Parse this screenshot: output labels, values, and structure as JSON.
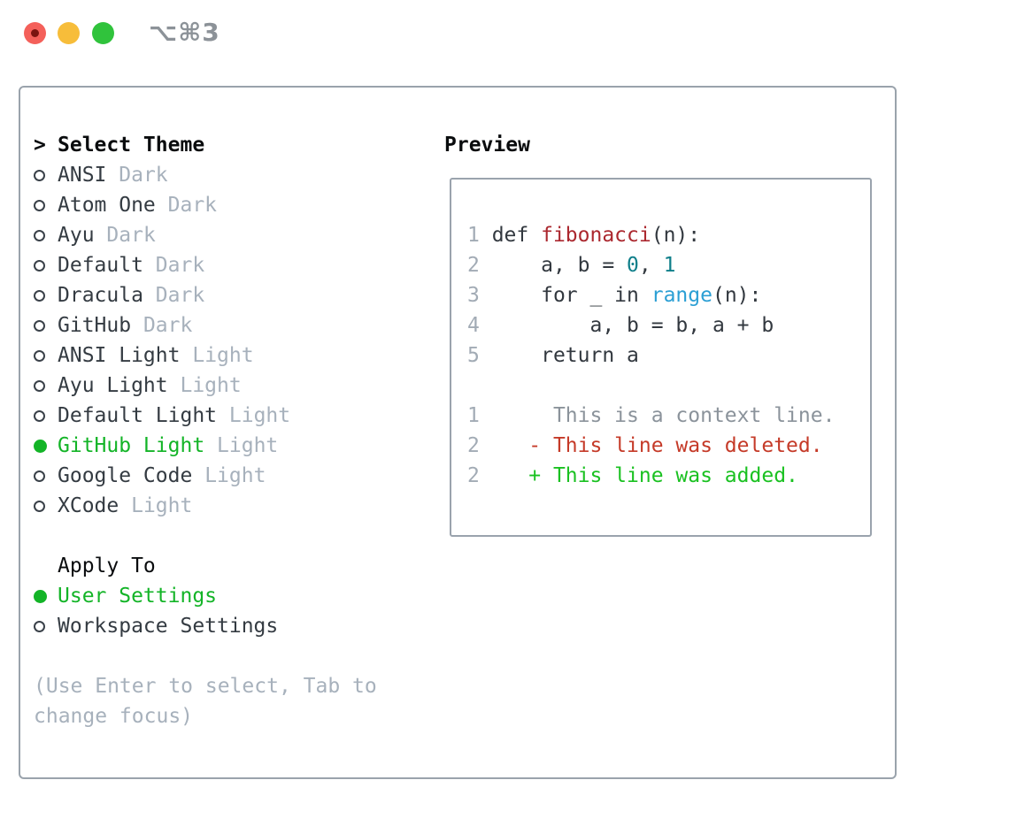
{
  "titlebar": {
    "title": "⌥⌘3"
  },
  "left": {
    "header": {
      "prefix": ">",
      "label": "Select Theme"
    },
    "themes": [
      {
        "name": "ANSI",
        "variant": "Dark",
        "selected": false
      },
      {
        "name": "Atom One",
        "variant": "Dark",
        "selected": false
      },
      {
        "name": "Ayu",
        "variant": "Dark",
        "selected": false
      },
      {
        "name": "Default",
        "variant": "Dark",
        "selected": false
      },
      {
        "name": "Dracula",
        "variant": "Dark",
        "selected": false
      },
      {
        "name": "GitHub",
        "variant": "Dark",
        "selected": false
      },
      {
        "name": "ANSI Light",
        "variant": "Light",
        "selected": false
      },
      {
        "name": "Ayu Light",
        "variant": "Light",
        "selected": false
      },
      {
        "name": "Default Light",
        "variant": "Light",
        "selected": false
      },
      {
        "name": "GitHub Light",
        "variant": "Light",
        "selected": true
      },
      {
        "name": "Google Code",
        "variant": "Light",
        "selected": false
      },
      {
        "name": "XCode",
        "variant": "Light",
        "selected": false
      }
    ],
    "apply": {
      "label": "Apply To",
      "options": [
        {
          "label": "User Settings",
          "selected": true
        },
        {
          "label": "Workspace Settings",
          "selected": false
        }
      ]
    },
    "hint_lines": [
      "(Use Enter to select, Tab to",
      "change focus)"
    ]
  },
  "preview": {
    "label": "Preview",
    "lines": [
      [
        {
          "t": "1 ",
          "c": "num"
        },
        {
          "t": "def ",
          "c": "plain"
        },
        {
          "t": "fibonacci",
          "c": "red"
        },
        {
          "t": "(n):",
          "c": "plain"
        }
      ],
      [
        {
          "t": "2 ",
          "c": "num"
        },
        {
          "t": "    a, b = ",
          "c": "plain"
        },
        {
          "t": "0",
          "c": "teal"
        },
        {
          "t": ", ",
          "c": "plain"
        },
        {
          "t": "1",
          "c": "teal"
        }
      ],
      [
        {
          "t": "3 ",
          "c": "num"
        },
        {
          "t": "    for _ in ",
          "c": "plain"
        },
        {
          "t": "range",
          "c": "blue"
        },
        {
          "t": "(n):",
          "c": "plain"
        }
      ],
      [
        {
          "t": "4 ",
          "c": "num"
        },
        {
          "t": "        a, b = b, a + b",
          "c": "plain"
        }
      ],
      [
        {
          "t": "5 ",
          "c": "num"
        },
        {
          "t": "    return a",
          "c": "plain"
        }
      ],
      [],
      [
        {
          "t": "1 ",
          "c": "num"
        },
        {
          "t": "     This is a context line.",
          "c": "ctx"
        }
      ],
      [
        {
          "t": "2 ",
          "c": "num"
        },
        {
          "t": "   - This line was deleted.",
          "c": "del"
        }
      ],
      [
        {
          "t": "2 ",
          "c": "num"
        },
        {
          "t": "   + This line was added.",
          "c": "add"
        }
      ]
    ]
  },
  "colors": {
    "accent_green": "#13b427",
    "text_dark": "#343b42",
    "muted_gray": "#a7b1bc",
    "border_gray": "#9aa3ac",
    "syntax_red": "#ab282f",
    "syntax_teal": "#0f7f8a",
    "syntax_blue": "#2b9fd4",
    "diff_deleted_red": "#c53a28",
    "diff_added_green": "#1ac121",
    "traffic_red": "#f4605a",
    "traffic_yellow": "#f7bd3a",
    "traffic_green": "#30c33c"
  }
}
